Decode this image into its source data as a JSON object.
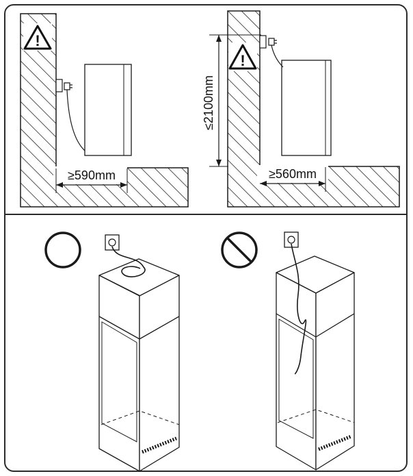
{
  "diagram": {
    "left_panel": {
      "width_label": "≥590mm",
      "icon": "warning-triangle-icon"
    },
    "right_panel": {
      "width_label": "≥560mm",
      "height_label": "≤2100mm",
      "icon": "warning-triangle-icon"
    },
    "installation": {
      "correct_symbol": "circle-allowed-icon",
      "incorrect_symbol": "circle-prohibited-icon"
    },
    "colors": {
      "line": "#1a1a1a",
      "hatch": "#1a1a1a",
      "background": "#ffffff"
    }
  }
}
